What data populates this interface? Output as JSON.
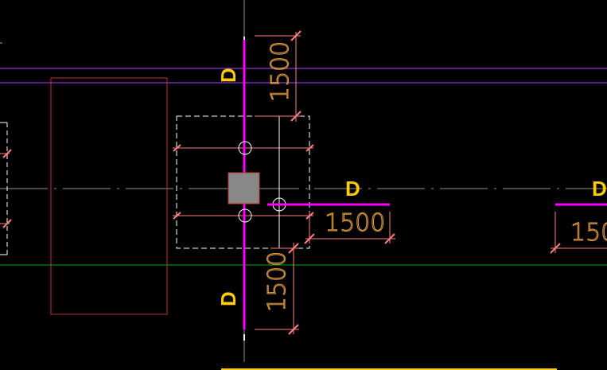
{
  "colors": {
    "background": "#000000",
    "magenta": "#ff00ff",
    "pink": "#ff7f7f",
    "violet": "#b040ff",
    "green": "#00b000",
    "grey_center": "#909090",
    "white": "#ffffff",
    "red_outline": "#c03030",
    "yellow": "#ffcc00",
    "dim_text": "#e8a040",
    "column_fill": "#888888"
  },
  "drawing": {
    "section_tags": {
      "top": "D",
      "right_near": "D",
      "right_far": "D",
      "bottom": "D"
    },
    "dimensions": {
      "top_vertical": "1500",
      "right_horizontal": "1500",
      "right_far_partial": "150",
      "bottom_vertical": "1500"
    },
    "icons": {
      "column": "column-square-icon",
      "hole": "circle-marker-icon",
      "tick": "dimension-tick-icon"
    }
  }
}
